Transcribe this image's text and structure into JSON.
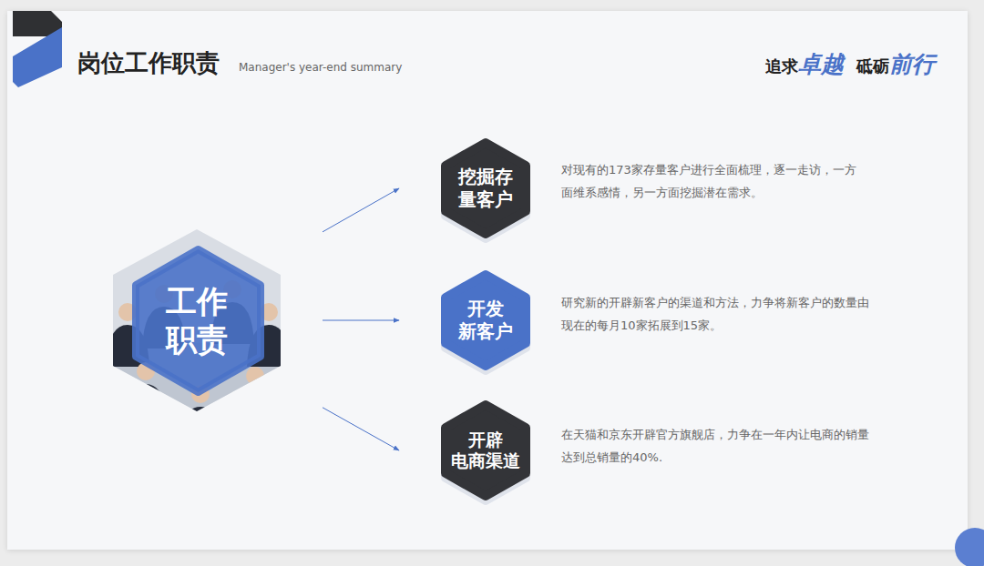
{
  "diagram": {
    "title": "岗位工作职责",
    "nodes": [
      {
        "text": [
          "工作 职责"
        ]
      },
      {
        "text": [
          "挖掘存 量客户",
          "对现有的173家存量客户进行全面梳理，逐一走访，一方面维系感情，另一方面挖掘潜在需求。"
        ]
      },
      {
        "text": [
          "开发 新客户",
          "研究新的开辟新客户的渠道和方法，力争将新客户的数量由现在的每月10家拓展到15家。"
        ]
      },
      {
        "text": [
          "开辟 电商渠道",
          "在天猫和京东开辟官方旗舰店，力争在一年内让电商的销量达到总销量的40%."
        ]
      }
    ],
    "edges": [
      {
        "from": 0,
        "to": 1,
        "arrow": "to"
      },
      {
        "from": 0,
        "to": 2,
        "arrow": "to"
      },
      {
        "from": 0,
        "to": 3,
        "arrow": "to"
      }
    ],
    "labels": [
      "Manager's year-end summary",
      "追求",
      "卓越",
      "砥砺",
      "前行"
    ]
  }
}
